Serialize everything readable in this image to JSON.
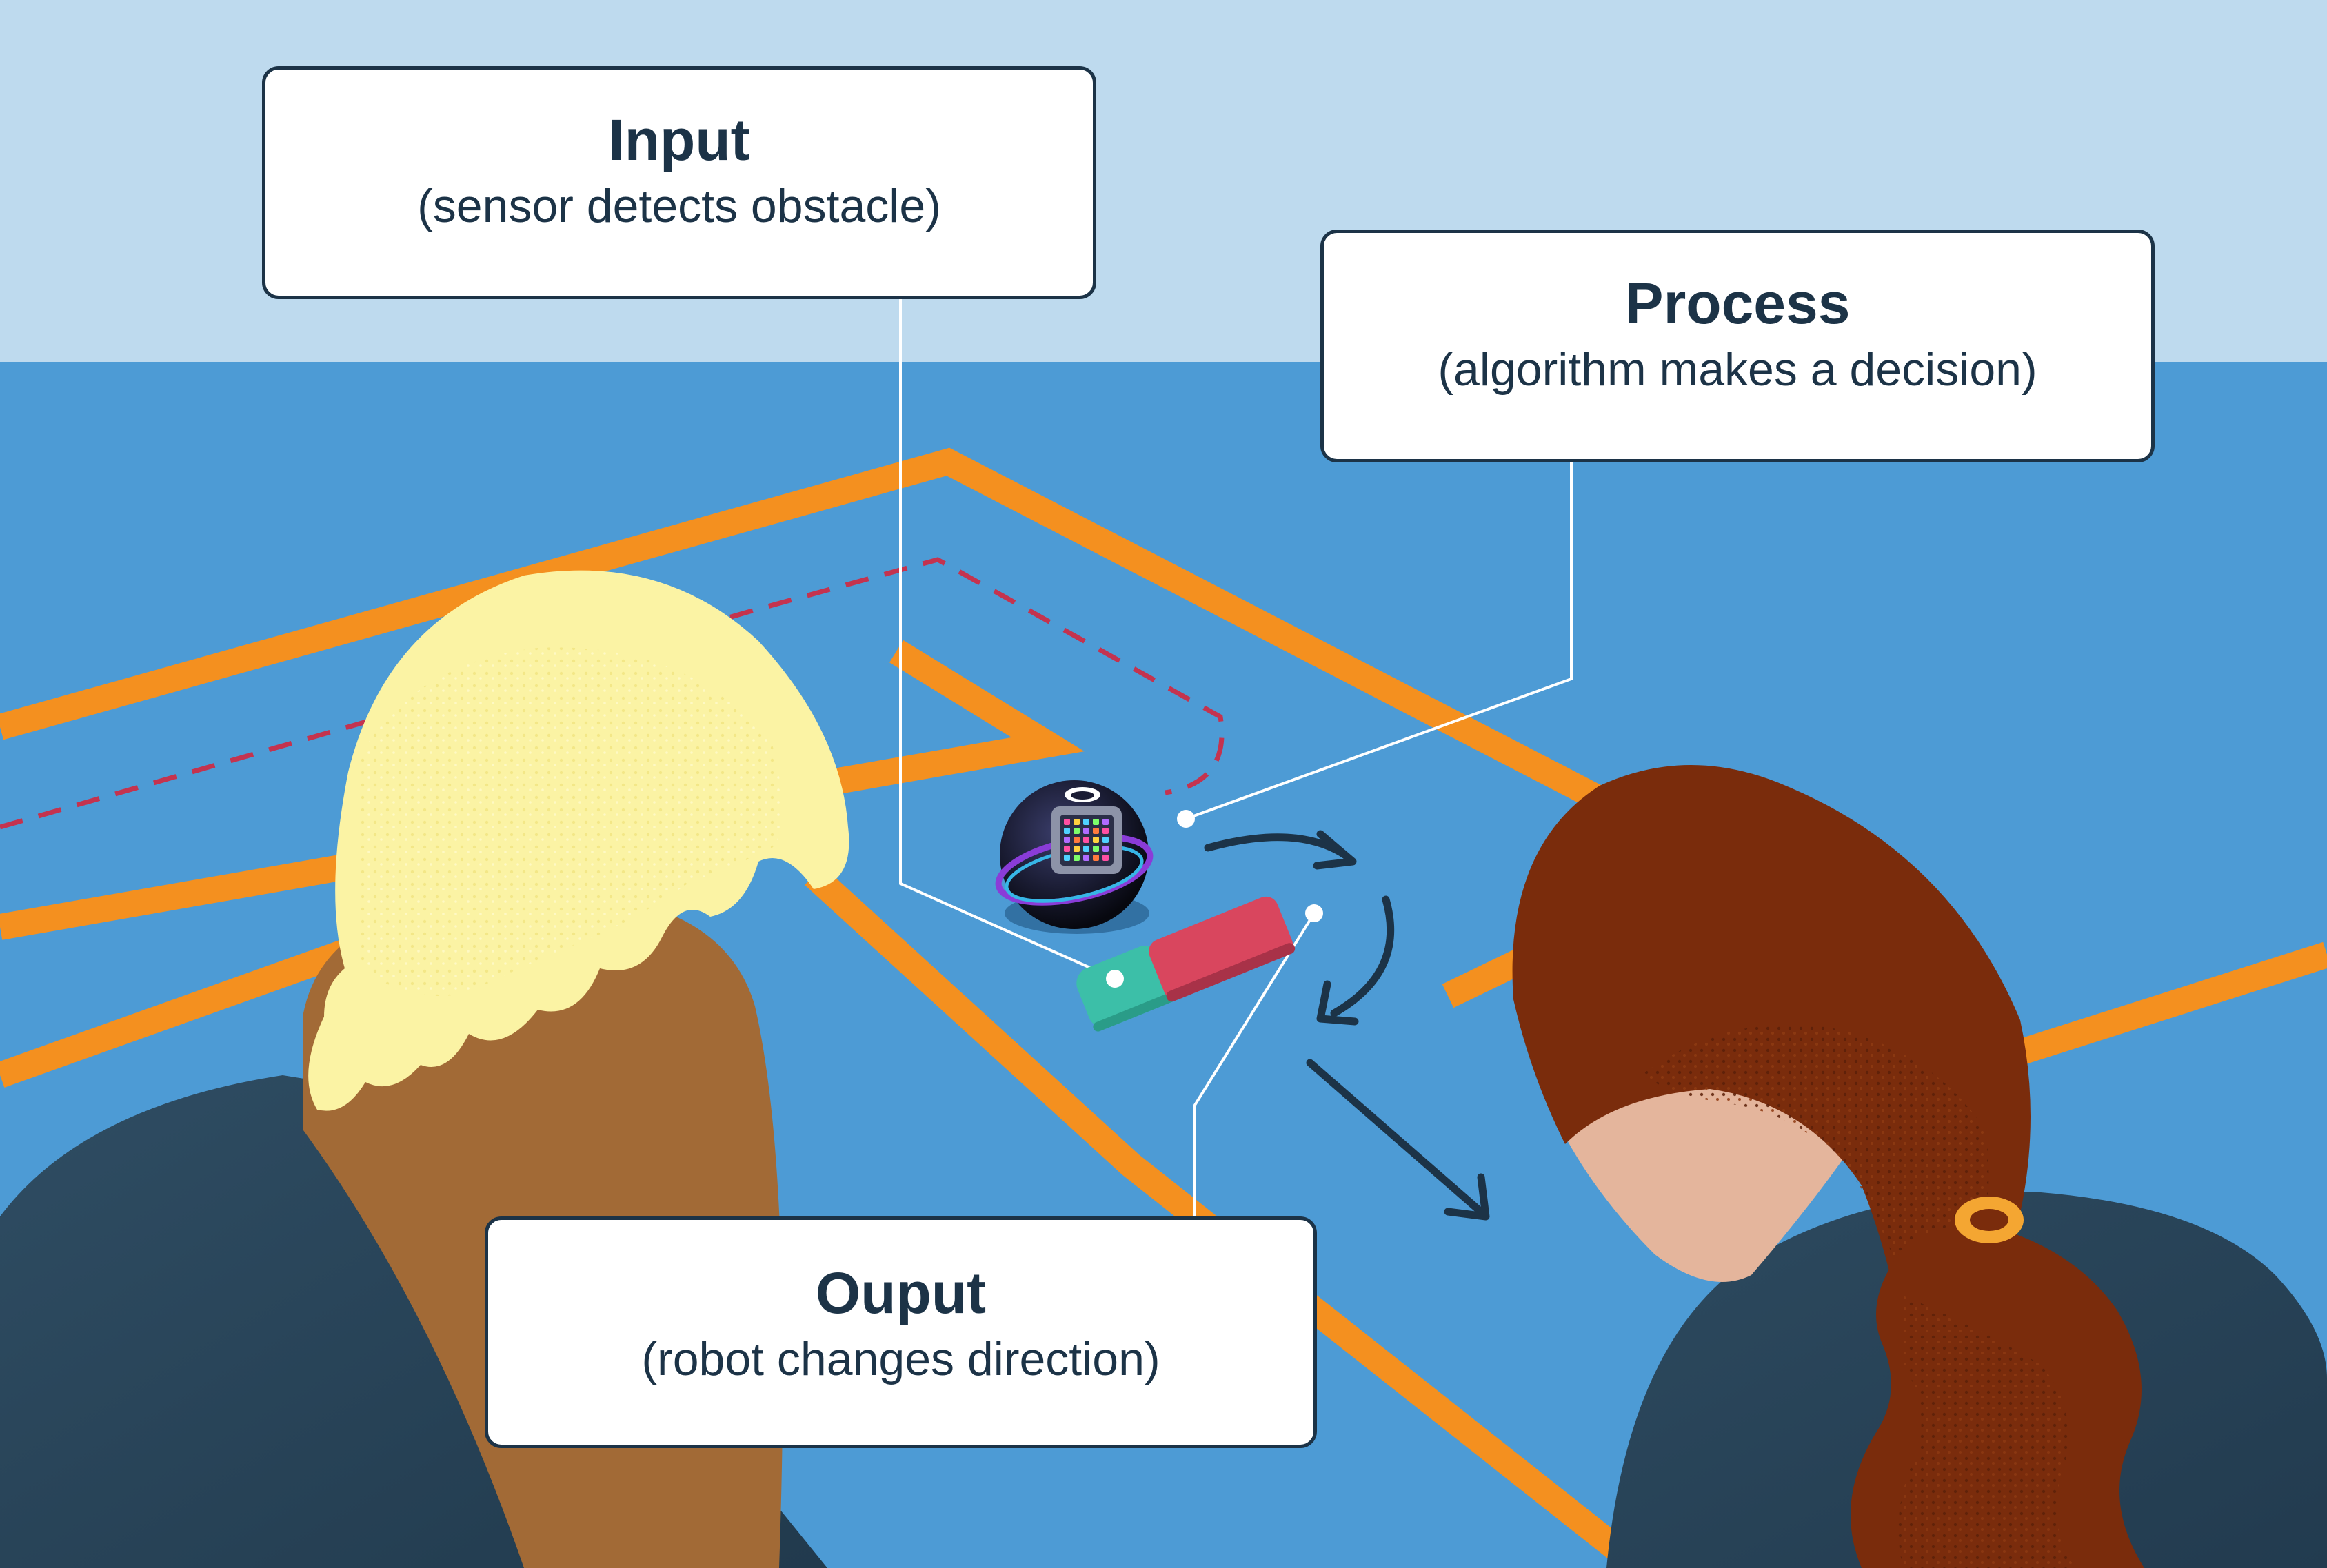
{
  "labels": {
    "input": {
      "title": "Input",
      "subtitle": "(sensor detects obstacle)"
    },
    "process": {
      "title": "Process",
      "subtitle": "(algorithm makes a decision)"
    },
    "output": {
      "title": "Ouput",
      "subtitle": "(robot changes direction)"
    }
  },
  "colors": {
    "sky": "#bedaee",
    "floor": "#4d9bd5",
    "track": "#f4901f",
    "path_dashed": "#c4334f",
    "outline": "#1c3347",
    "blond_hair": "#fbf3a4",
    "brown_skin": "#a26a36",
    "red_hair": "#7a2c0c",
    "light_skin": "#e4b59c",
    "shirt": "#2d4a5f",
    "eraser_teal": "#3cbfa8",
    "eraser_pink": "#d9465e"
  },
  "icons": [
    "robot-ball-icon",
    "eraser-icon",
    "curved-arrow-icon",
    "straight-arrow-icon"
  ]
}
